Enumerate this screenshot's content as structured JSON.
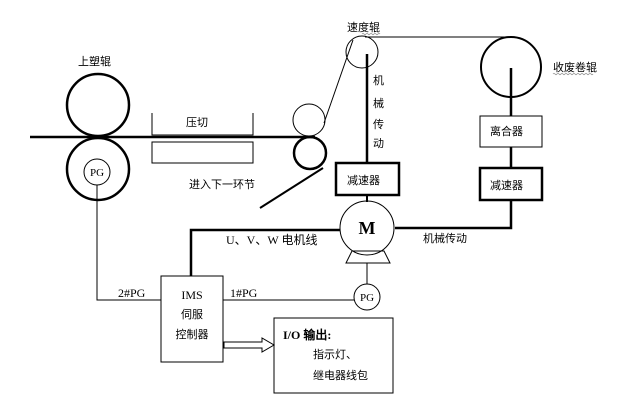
{
  "diagram": {
    "labels": {
      "upper_roller": "上塑辊",
      "press_cut": "压切",
      "next_stage": "进入下一环节",
      "speed_roller": "速度辊",
      "take_up_roller": "收废卷辊",
      "mech_drive_vertical": [
        "机",
        "械",
        "传",
        "动"
      ],
      "reducer_left": "减速器",
      "reducer_right": "减速器",
      "clutch": "离合器",
      "motor": "M",
      "mech_drive_horizontal": "机械传动",
      "uvw_line": "U、V、W 电机线",
      "pg_roller": "PG",
      "pg_motor": "PG",
      "pg2_line": "2#PG",
      "pg1_line": "1#PG",
      "controller": [
        "IMS",
        "伺服",
        "控制器"
      ],
      "io_title": "I/O 输出:",
      "io_lines": [
        "指示灯、",
        "继电器线包"
      ]
    },
    "colors": {
      "stroke": "#000000",
      "background": "#ffffff"
    }
  }
}
